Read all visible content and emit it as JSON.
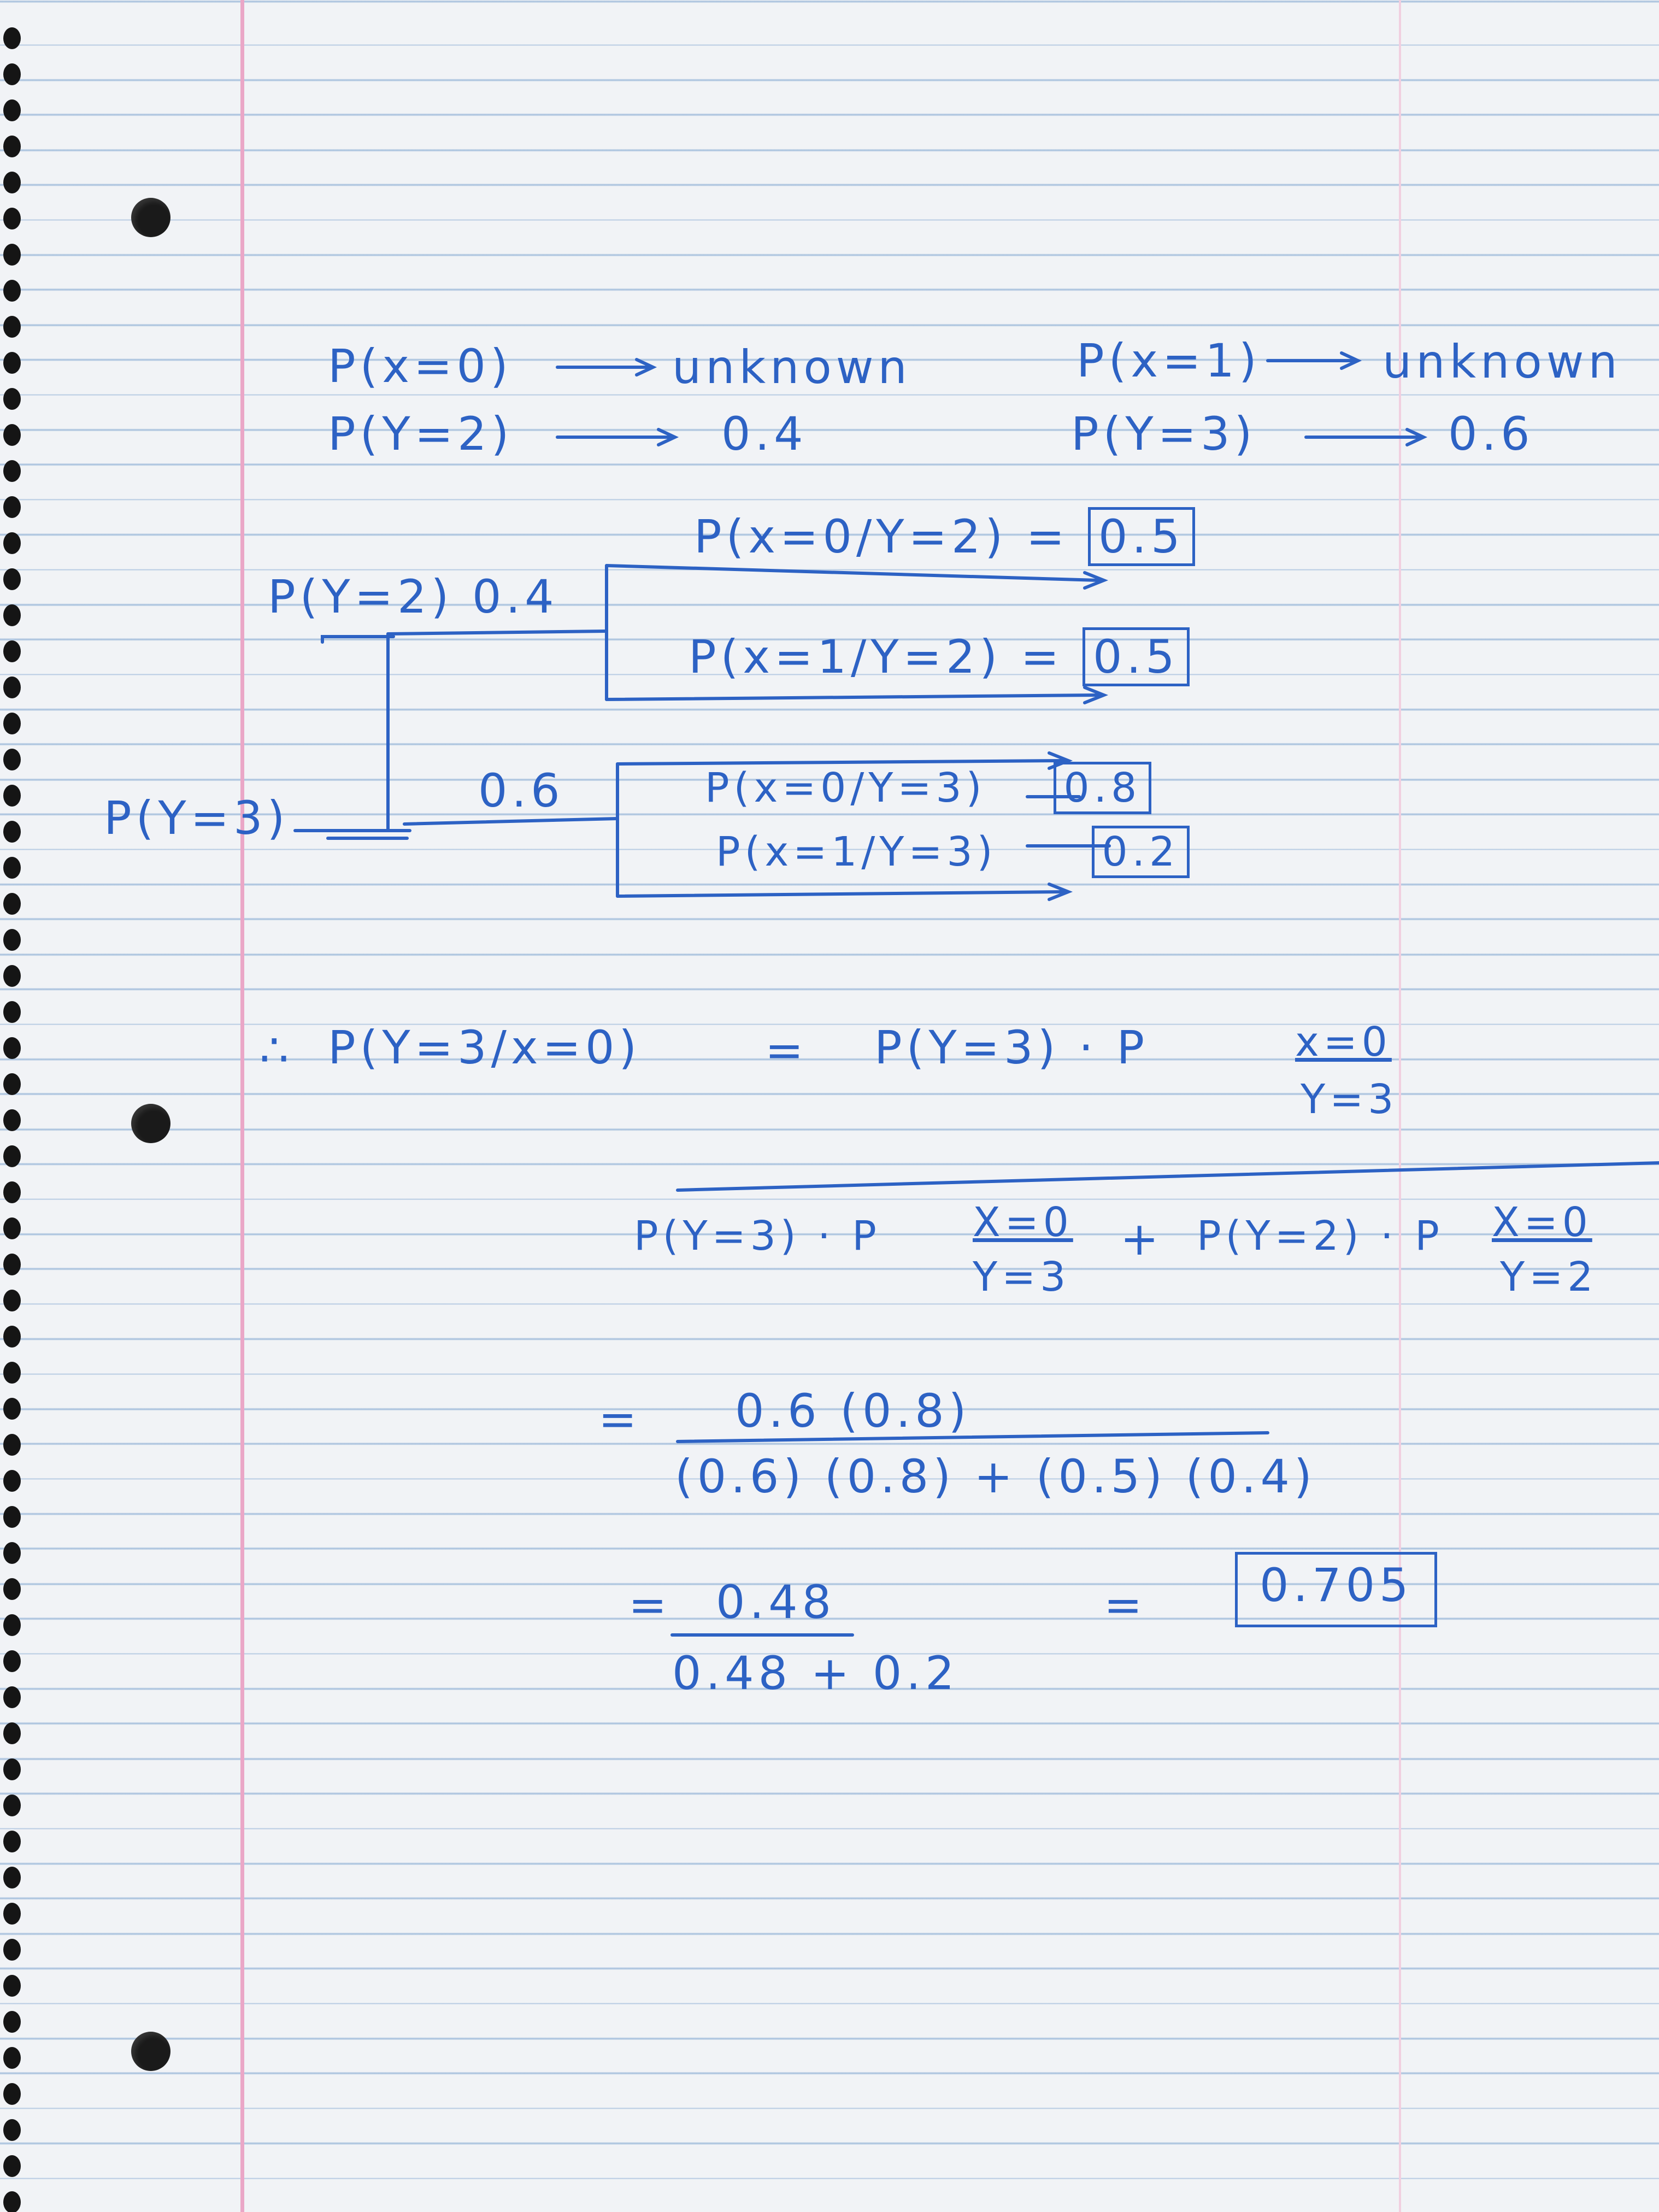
{
  "notes": {
    "line1_left_expr": "P(x=0)",
    "line1_left_val": "unknown",
    "line1_right_expr": "P(x=1)",
    "line1_right_val": "unknown",
    "line2_left_expr": "P(Y=2)",
    "line2_left_val": "0.4",
    "line2_right_expr": "P(Y=3)",
    "line2_right_val": "0.6"
  },
  "tree": {
    "root_label": "P(Y=3)",
    "branch_y2_label": "P(Y=2) 0.4",
    "branch_y3_prob": "0.6",
    "leaves": [
      {
        "expr": "P(x=0/Y=2) =",
        "value": "0.5"
      },
      {
        "expr": "P(x=1/Y=2) =",
        "value": "0.5"
      },
      {
        "expr": "P(x=0/Y=3)",
        "value": "0.8"
      },
      {
        "expr": "P(x=1/Y=3)",
        "value": "0.2"
      }
    ]
  },
  "bayes": {
    "therefore": "∴",
    "lhs": "P(Y=3/x=0)",
    "equals": "=",
    "num_prefix": "P(Y=3) · P",
    "num_frac_top": "x=0",
    "num_frac_bottom": "Y=3",
    "den_term1": "P(Y=3) · P",
    "den_term1_top": "X=0",
    "den_term1_bottom": "Y=3",
    "plus": "+",
    "den_term2": "P(Y=2) · P",
    "den_term2_top": "X=0",
    "den_term2_bottom": "Y=2"
  },
  "calc": {
    "eq1": "=",
    "num1": "0.6 (0.8)",
    "den1": "(0.6) (0.8) + (0.5) (0.4)",
    "eq2": "=",
    "num2": "0.48",
    "den2": "0.48 + 0.2",
    "eq3": "=",
    "result": "0.705"
  },
  "colors": {
    "ink": "#2d62c4",
    "margin": "#e9a6c6",
    "rule": "#8fb1d8"
  }
}
